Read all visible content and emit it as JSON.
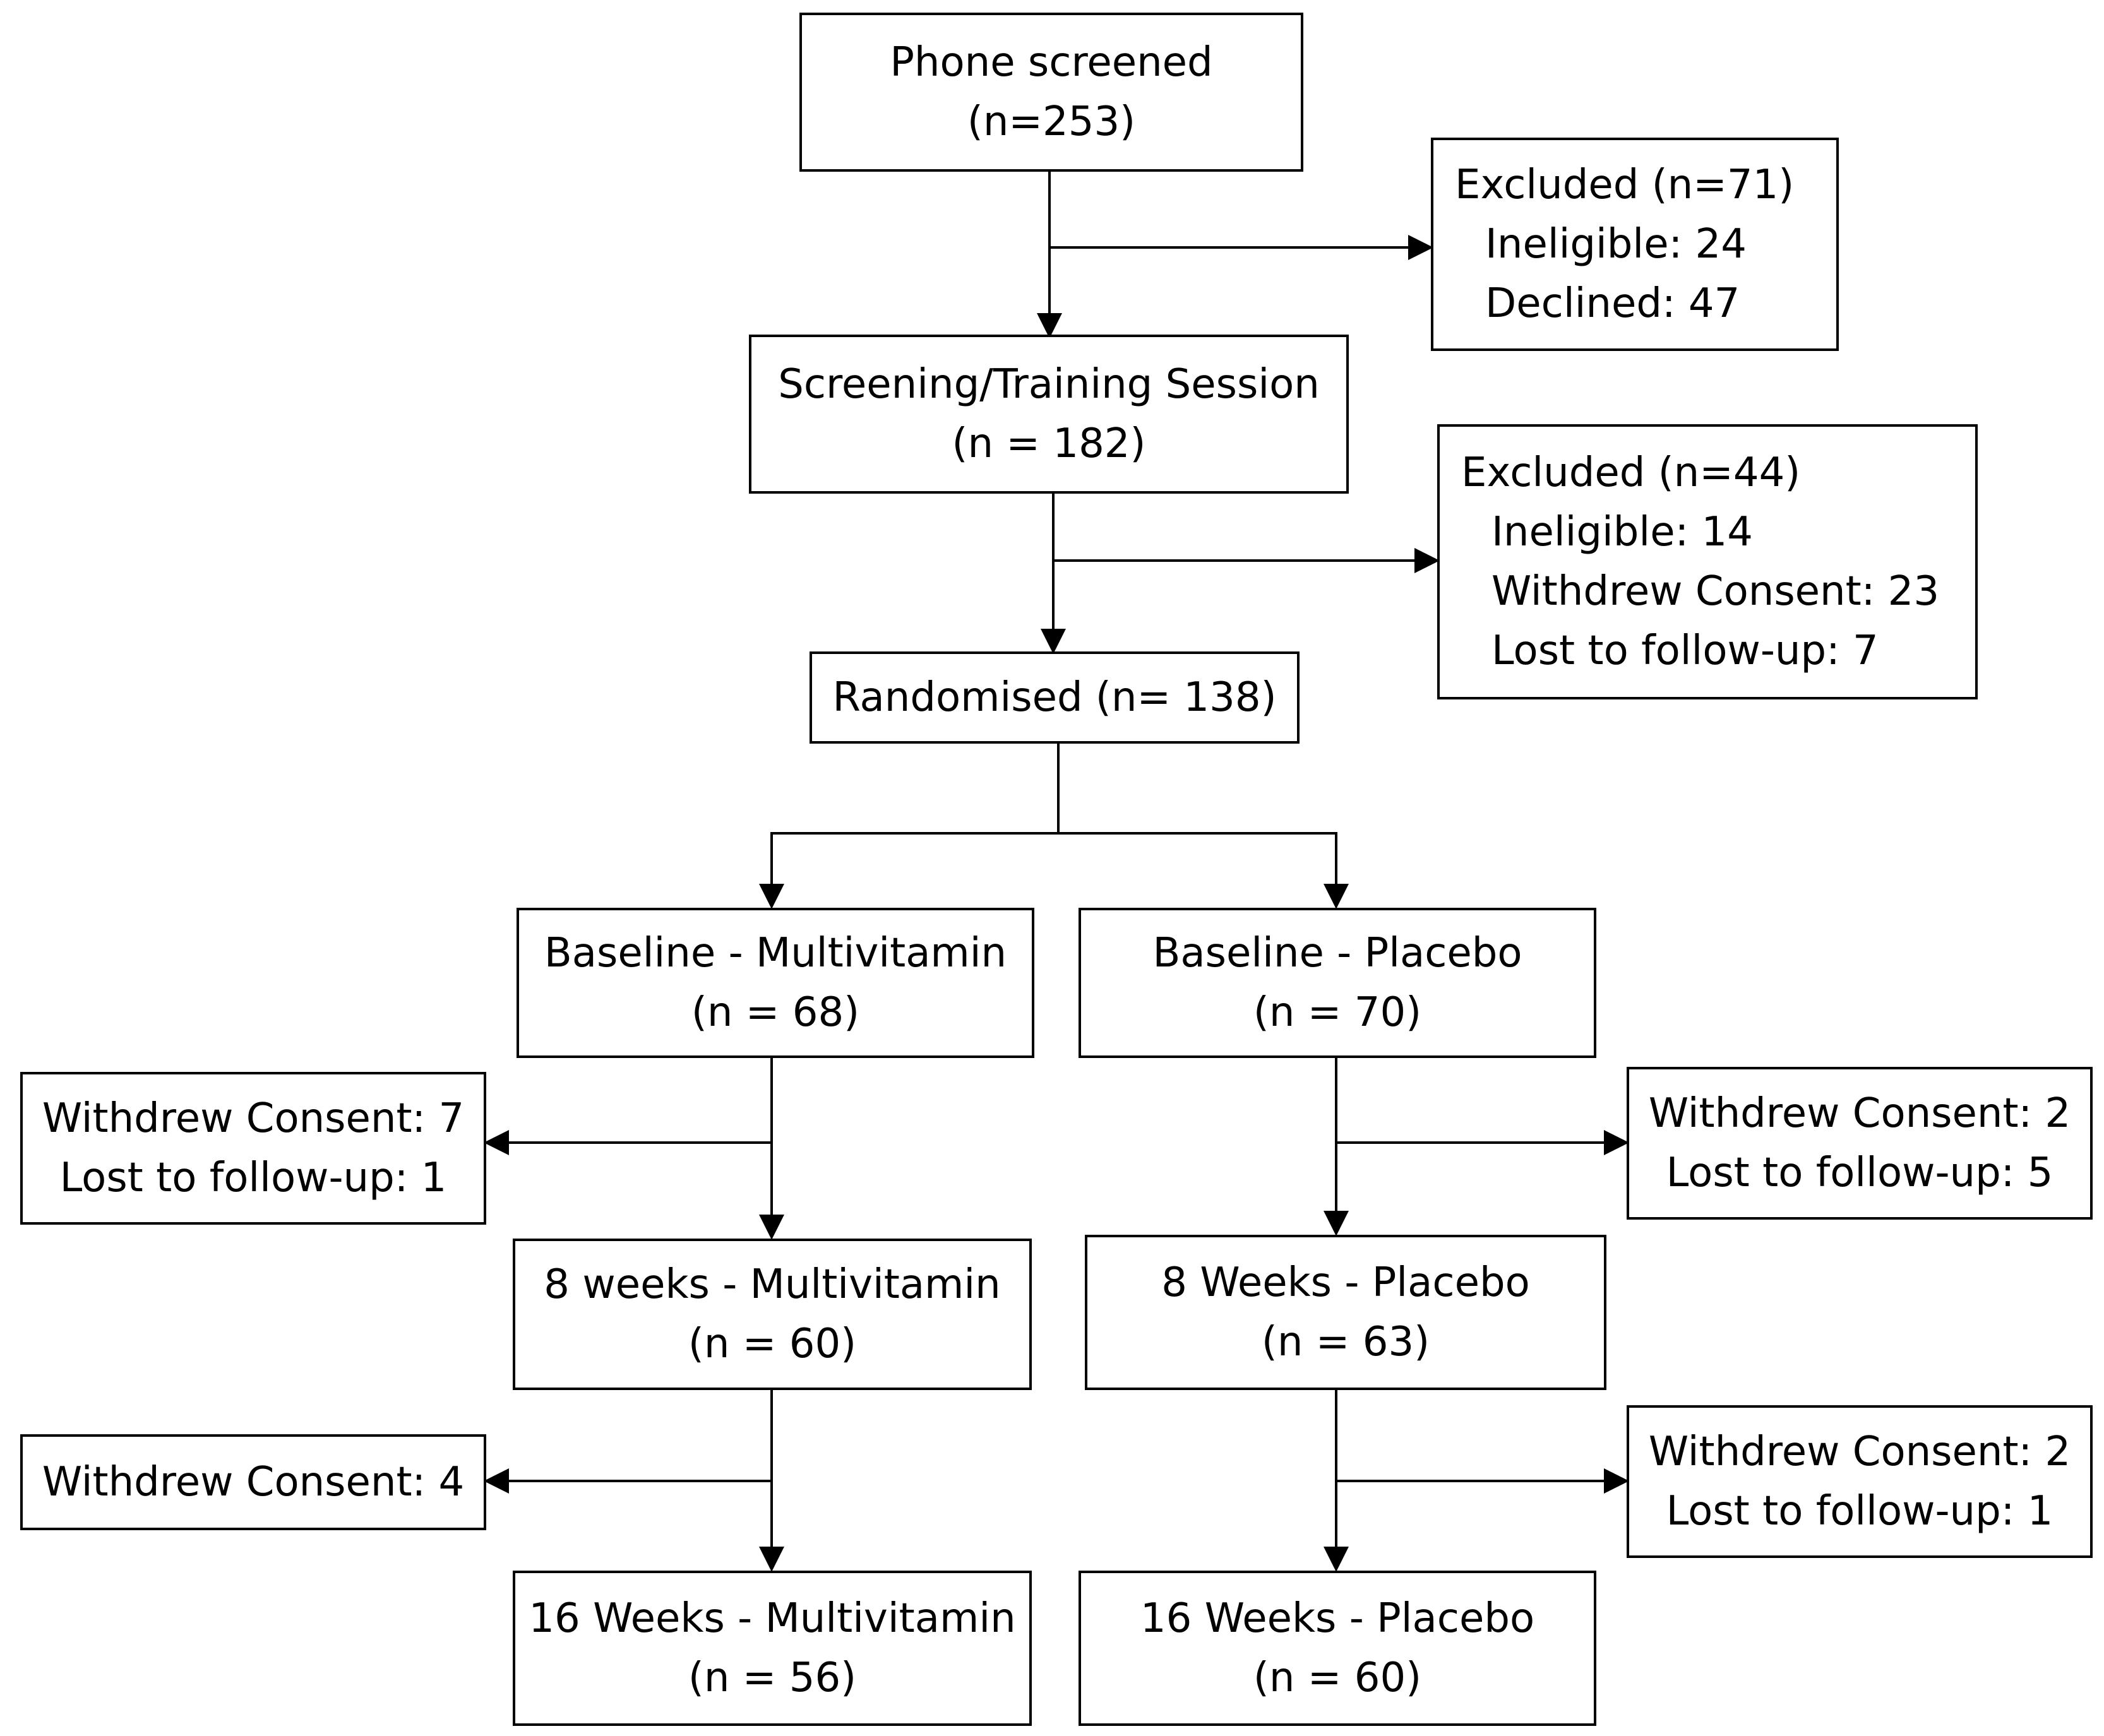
{
  "nodes": {
    "phone": [
      "Phone screened",
      "(n=253)"
    ],
    "excluded1": [
      "Excluded (n=71)",
      "Ineligible: 24",
      "Declined: 47"
    ],
    "screening": [
      "Screening/Training Session",
      "(n = 182)"
    ],
    "excluded2": [
      "Excluded (n=44)",
      "Ineligible: 14",
      "Withdrew Consent: 23",
      "Lost to follow-up: 7"
    ],
    "randomised": [
      "Randomised (n= 138)"
    ],
    "baseline_mv": [
      "Baseline - Multivitamin",
      "(n = 68)"
    ],
    "baseline_pl": [
      "Baseline - Placebo",
      "(n = 70)"
    ],
    "wd_mv1": [
      "Withdrew Consent: 7",
      "Lost to follow-up: 1"
    ],
    "wd_pl1": [
      "Withdrew Consent: 2",
      "Lost to follow-up: 5"
    ],
    "wk8_mv": [
      "8 weeks - Multivitamin",
      "(n = 60)"
    ],
    "wk8_pl": [
      "8 Weeks - Placebo",
      "(n = 63)"
    ],
    "wd_mv2": [
      "Withdrew Consent: 4"
    ],
    "wd_pl2": [
      "Withdrew Consent: 2",
      "Lost to follow-up: 1"
    ],
    "wk16_mv": [
      "16 Weeks - Multivitamin",
      "(n = 56)"
    ],
    "wk16_pl": [
      "16 Weeks - Placebo",
      "(n = 60)"
    ]
  }
}
